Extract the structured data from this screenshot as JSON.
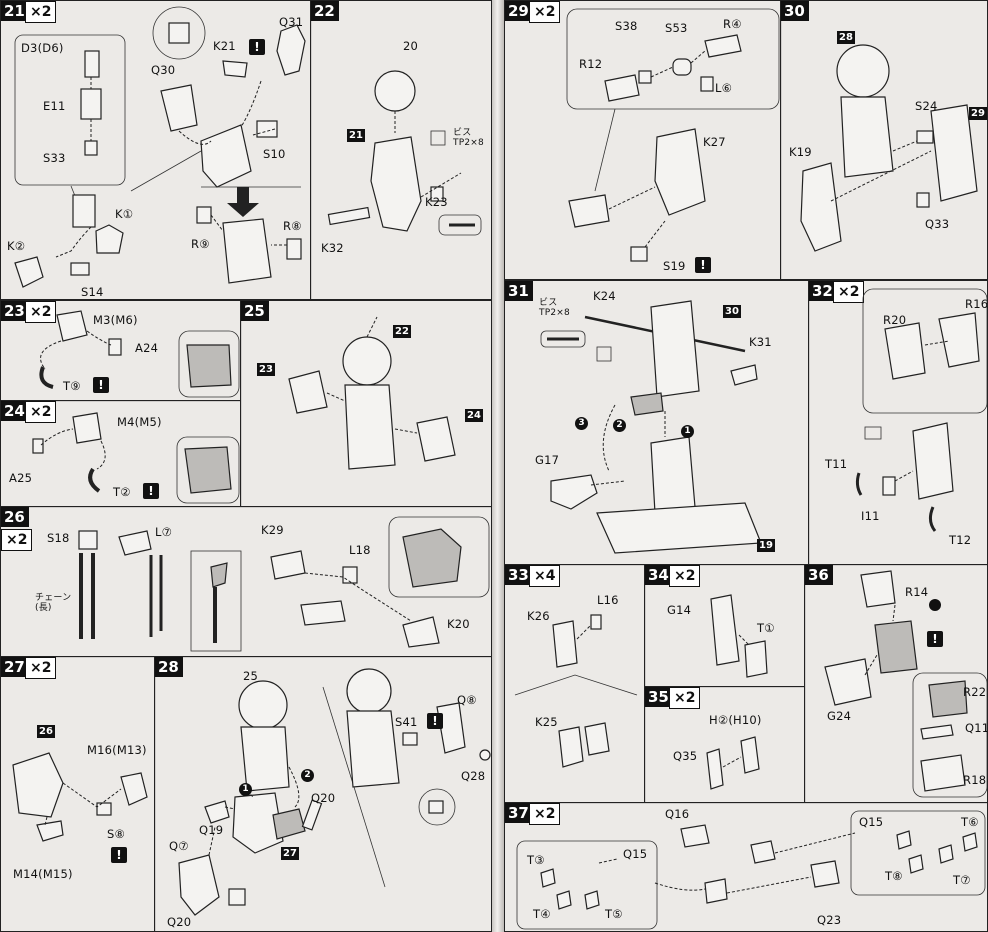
{
  "warning_mark": "!",
  "screw_label": "ビス\nTP2×8",
  "steps": {
    "s21": {
      "num": "21",
      "mult": "×2",
      "labels": {
        "d": "D3(D6)",
        "e": "E11",
        "s33": "S33",
        "k1": "K①",
        "k2": "K②",
        "s14": "S14",
        "q30": "Q30",
        "k21": "K21",
        "q31": "Q31",
        "s10": "S10",
        "r9": "R⑨",
        "r8": "R⑧"
      }
    },
    "s22": {
      "num": "22",
      "labels": {
        "p20": "20",
        "p21": "21",
        "k23": "K23",
        "k32": "K32"
      }
    },
    "s23": {
      "num": "23",
      "mult": "×2",
      "labels": {
        "m": "M3(M6)",
        "a24": "A24",
        "t9": "T⑨"
      }
    },
    "s24": {
      "num": "24",
      "mult": "×2",
      "labels": {
        "m": "M4(M5)",
        "a25": "A25",
        "t2": "T②"
      }
    },
    "s25": {
      "num": "25",
      "labels": {
        "p22": "22",
        "p23": "23",
        "p24": "24"
      }
    },
    "s26": {
      "num": "26",
      "mult": "×2",
      "labels": {
        "s18": "S18",
        "l7": "L⑦",
        "chain": "チェーン\n(長)",
        "k29": "K29",
        "l18": "L18",
        "k20": "K20"
      }
    },
    "s27": {
      "num": "27",
      "mult": "×2",
      "labels": {
        "p26": "26",
        "m16": "M16(M13)",
        "s8": "S⑧",
        "m14": "M14(M15)"
      }
    },
    "s28": {
      "num": "28",
      "labels": {
        "p25": "25",
        "q7": "Q⑦",
        "q19": "Q19",
        "q20a": "Q20",
        "q20b": "Q20",
        "p27": "27",
        "s41": "S41",
        "q8": "Q⑧",
        "q28": "Q28",
        "n1": "1",
        "n2": "2"
      }
    },
    "s29": {
      "num": "29",
      "mult": "×2",
      "labels": {
        "s38": "S38",
        "s53": "S53",
        "r4": "R④",
        "r12": "R12",
        "l6": "L⑥",
        "k27": "K27",
        "s19": "S19"
      }
    },
    "s30": {
      "num": "30",
      "labels": {
        "p28": "28",
        "p29": "29",
        "s24": "S24",
        "k19": "K19",
        "q33": "Q33"
      }
    },
    "s31": {
      "num": "31",
      "labels": {
        "k24": "K24",
        "p30": "30",
        "k31": "K31",
        "g17": "G17",
        "p19": "19",
        "n1": "1",
        "n2": "2",
        "n3": "3"
      }
    },
    "s32": {
      "num": "32",
      "mult": "×2",
      "labels": {
        "r20": "R20",
        "r16": "R16",
        "t11": "T11",
        "i11": "I11",
        "t12": "T12"
      }
    },
    "s33": {
      "num": "33",
      "mult": "×4",
      "labels": {
        "k26": "K26",
        "l16": "L16",
        "k25": "K25"
      }
    },
    "s34": {
      "num": "34",
      "mult": "×2",
      "labels": {
        "g14": "G14",
        "t1": "T①"
      }
    },
    "s35": {
      "num": "35",
      "mult": "×2",
      "labels": {
        "h": "H②(H10)",
        "q35": "Q35"
      }
    },
    "s36": {
      "num": "36",
      "labels": {
        "r14": "R14",
        "g24": "G24",
        "r22": "R22",
        "q11": "Q11",
        "r18": "R18"
      }
    },
    "s37": {
      "num": "37",
      "mult": "×2",
      "labels": {
        "q16": "Q16",
        "t3": "T③",
        "q15a": "Q15",
        "t4": "T④",
        "t5": "T⑤",
        "q23": "Q23",
        "q15b": "Q15",
        "t6": "T⑥",
        "t8": "T⑧",
        "t7": "T⑦"
      }
    }
  }
}
